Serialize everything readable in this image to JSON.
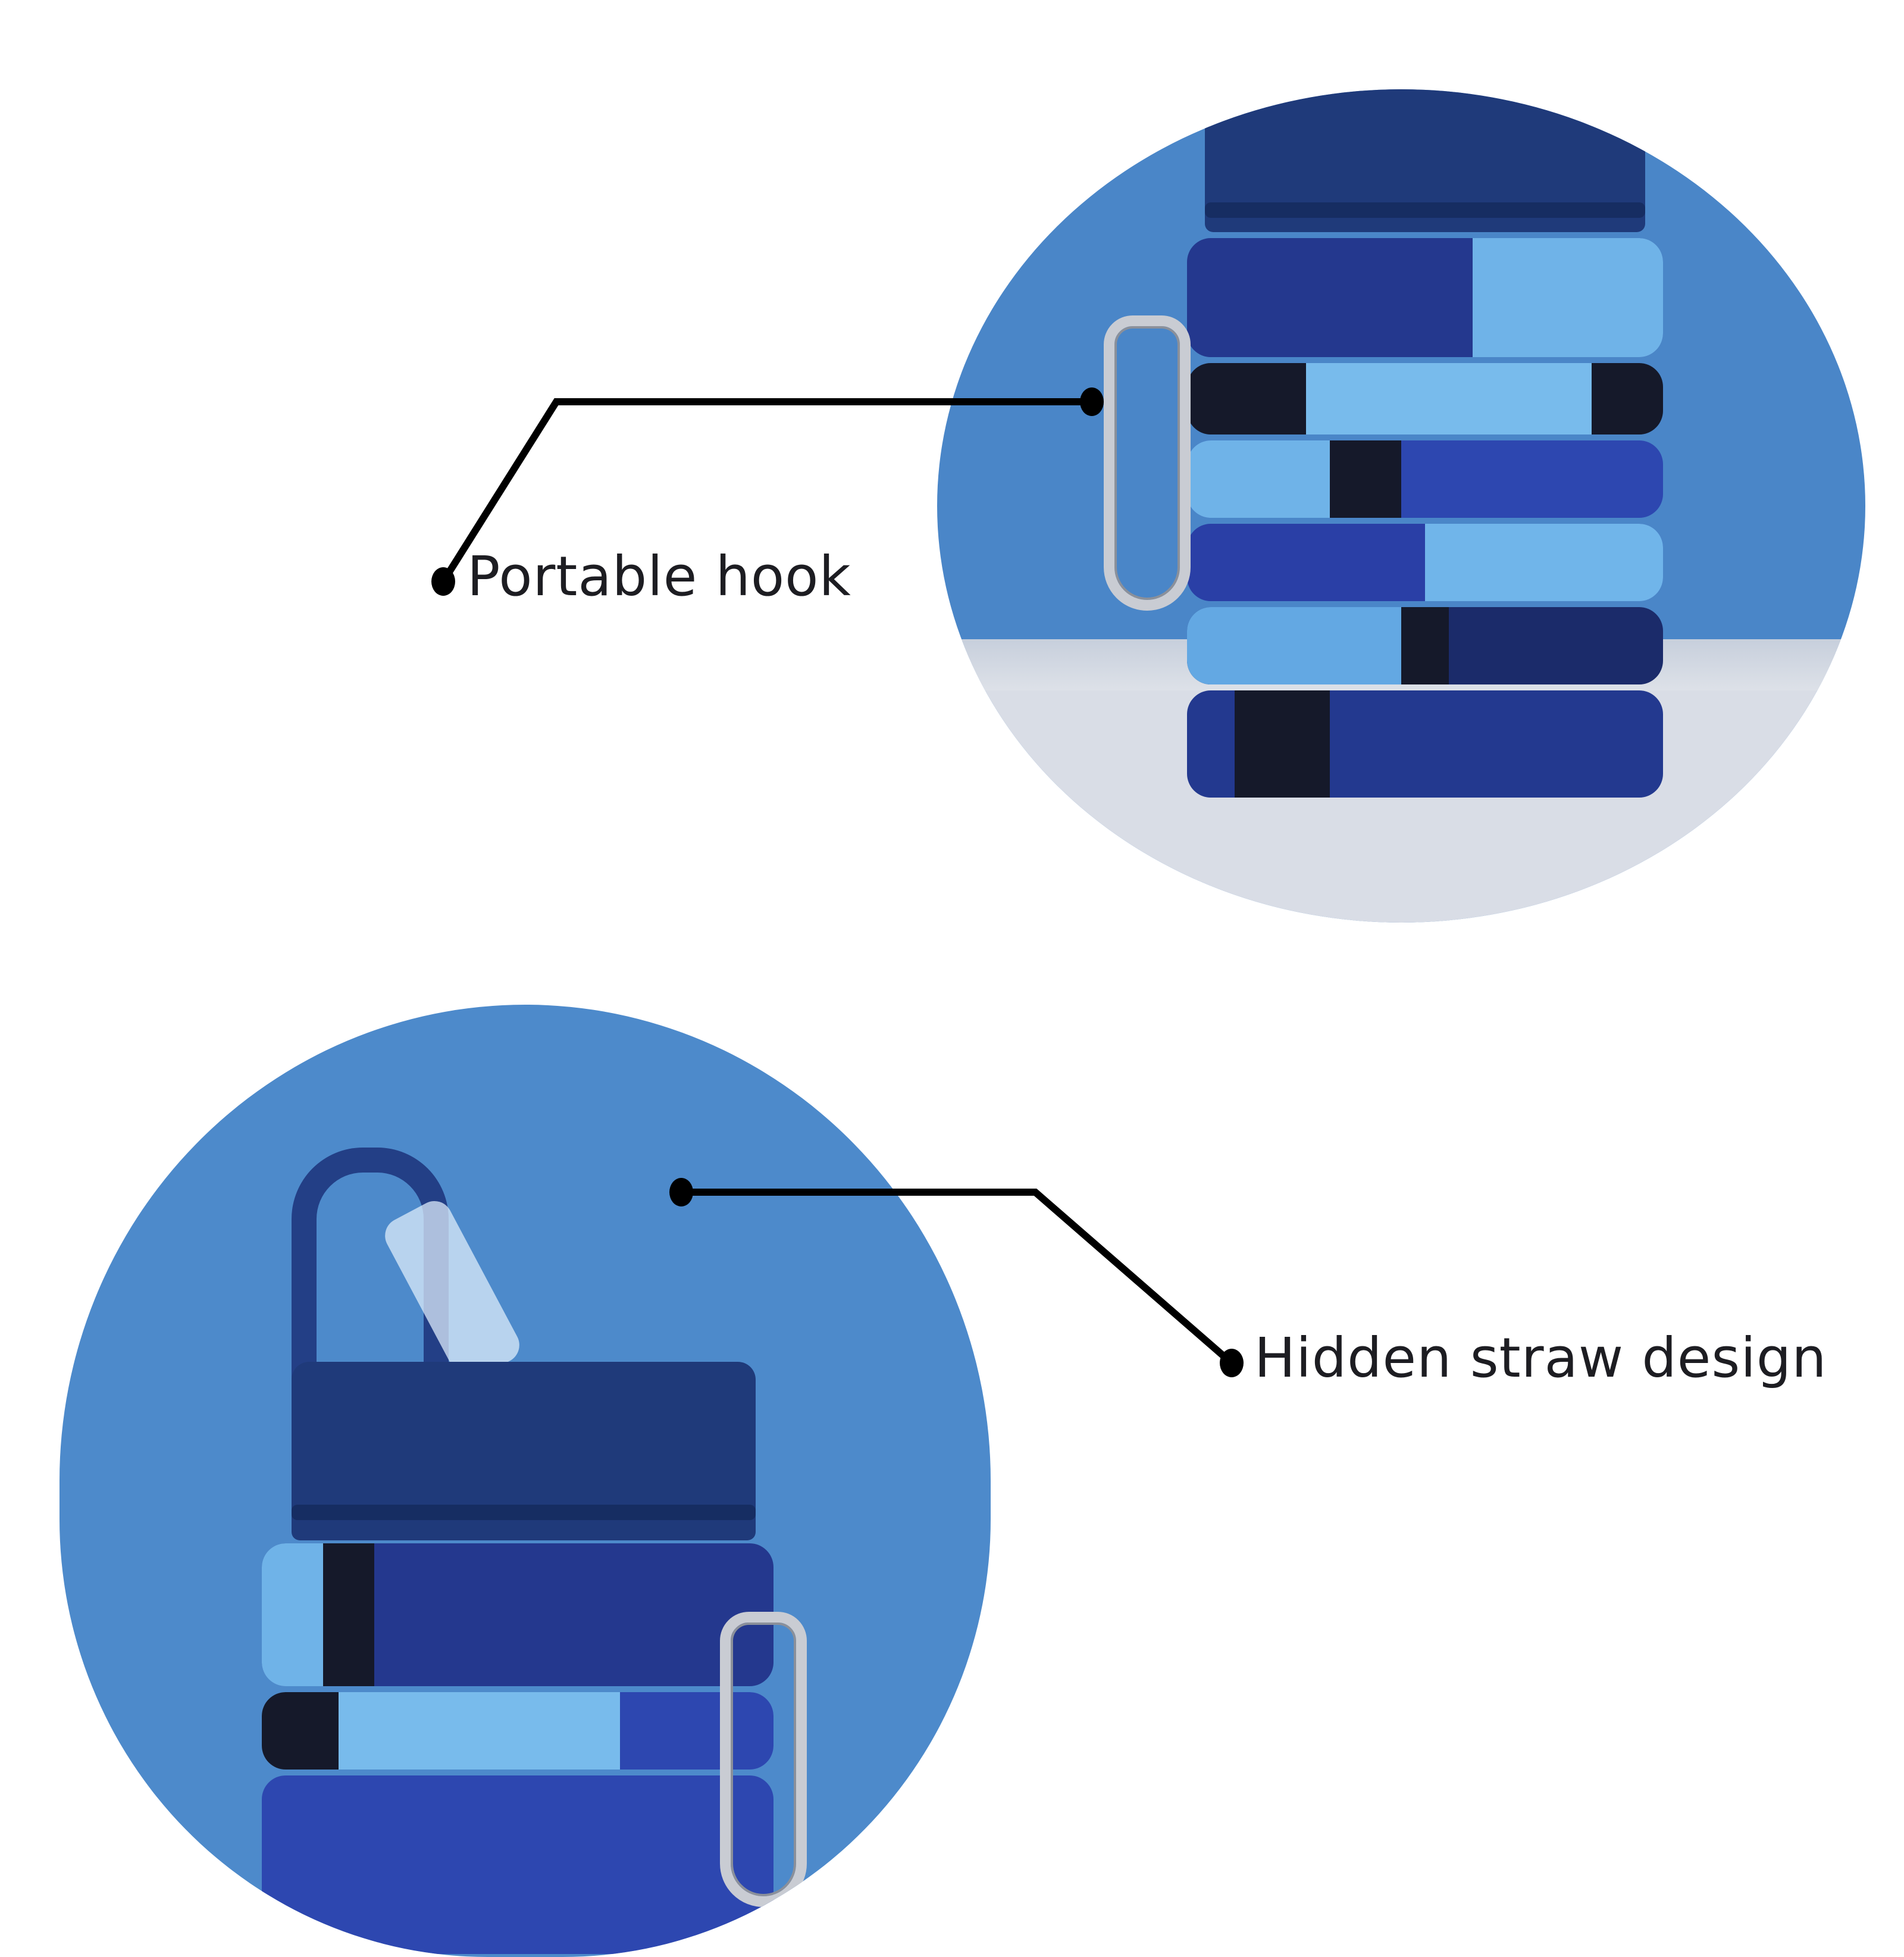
{
  "callouts": [
    {
      "label": "Portable hook",
      "target": "carabiner on collapsible bottle"
    },
    {
      "label": "Hidden straw design",
      "target": "flip-up straw lid"
    }
  ],
  "colors": {
    "circle_blue": "#4a86c8",
    "bottle_navy": "#1f3a7a",
    "bottle_royal": "#2d47b0",
    "bottle_sky": "#6fb3e8",
    "bottle_black": "#15192a",
    "leader_line": "#000000",
    "text": "#1d1d22"
  }
}
